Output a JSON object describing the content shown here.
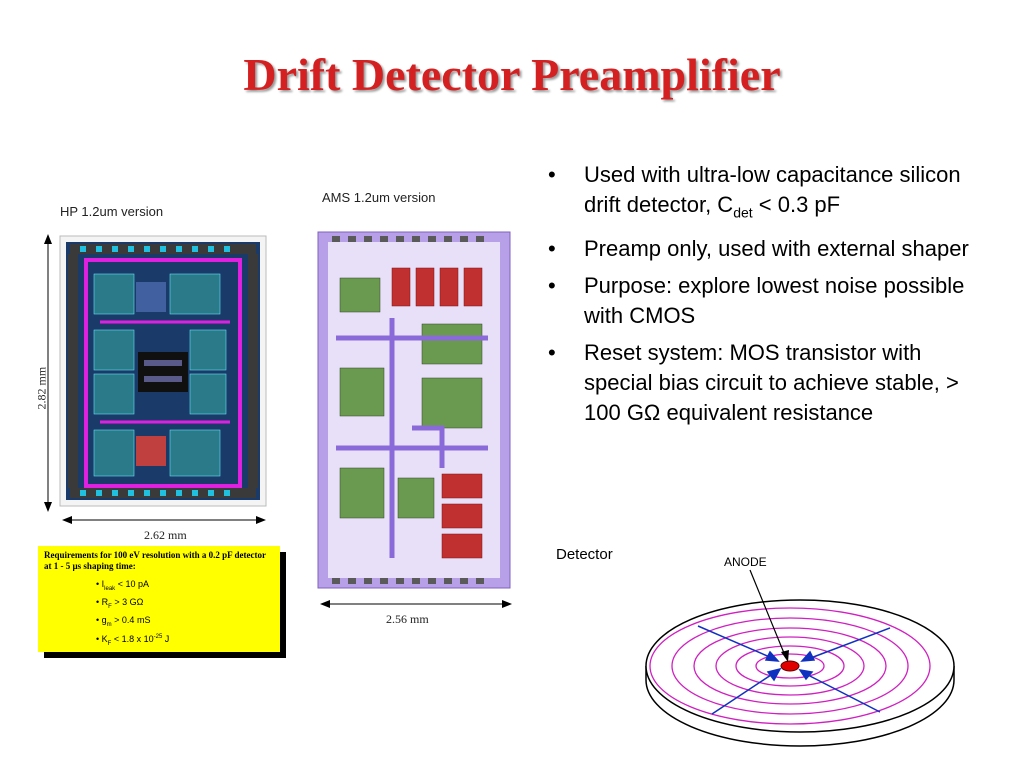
{
  "title": "Drift Detector Preamplifier",
  "bullets": [
    {
      "pre": "Used with ultra-low capacitance silicon drift detector, C",
      "sub": "det",
      "post": " < 0.3 pF"
    },
    {
      "pre": "Preamp only, used with external shaper",
      "sub": "",
      "post": ""
    },
    {
      "pre": "Purpose: explore lowest noise possible with CMOS",
      "sub": "",
      "post": ""
    },
    {
      "pre": "Reset system: MOS transistor with special bias circuit to achieve stable, > 100 GΩ equivalent resistance",
      "sub": "",
      "post": ""
    }
  ],
  "bullet_symbol": "•",
  "chips": {
    "hp": {
      "label": "HP 1.2um version",
      "width": "2.62 mm",
      "height": "2.82 mm"
    },
    "ams": {
      "label": "AMS 1.2um version",
      "width": "2.56 mm"
    }
  },
  "requirements": {
    "heading": "Requirements for  100 eV resolution with a 0.2 pF detector at 1 - 5 µs shaping time:",
    "items": [
      {
        "pre": "I",
        "sub": "leak",
        "post": " < 10 pA",
        "sup": ""
      },
      {
        "pre": "R",
        "sub": "F",
        "post": " > 3 GΩ",
        "sup": ""
      },
      {
        "pre": "g",
        "sub": "m",
        "post": " > 0.4 mS",
        "sup": ""
      },
      {
        "pre": "K",
        "sub": "F",
        "post": " < 1.8 x 10",
        "sup": "-25",
        "tail": " J"
      }
    ]
  },
  "detector": {
    "label": "Detector",
    "anode_label": "ANODE"
  },
  "colors": {
    "title": "#d42020",
    "req_bg": "#ffff00",
    "anode": "#e00000",
    "rings": "#d020c0",
    "arrows": "#1030c0"
  }
}
